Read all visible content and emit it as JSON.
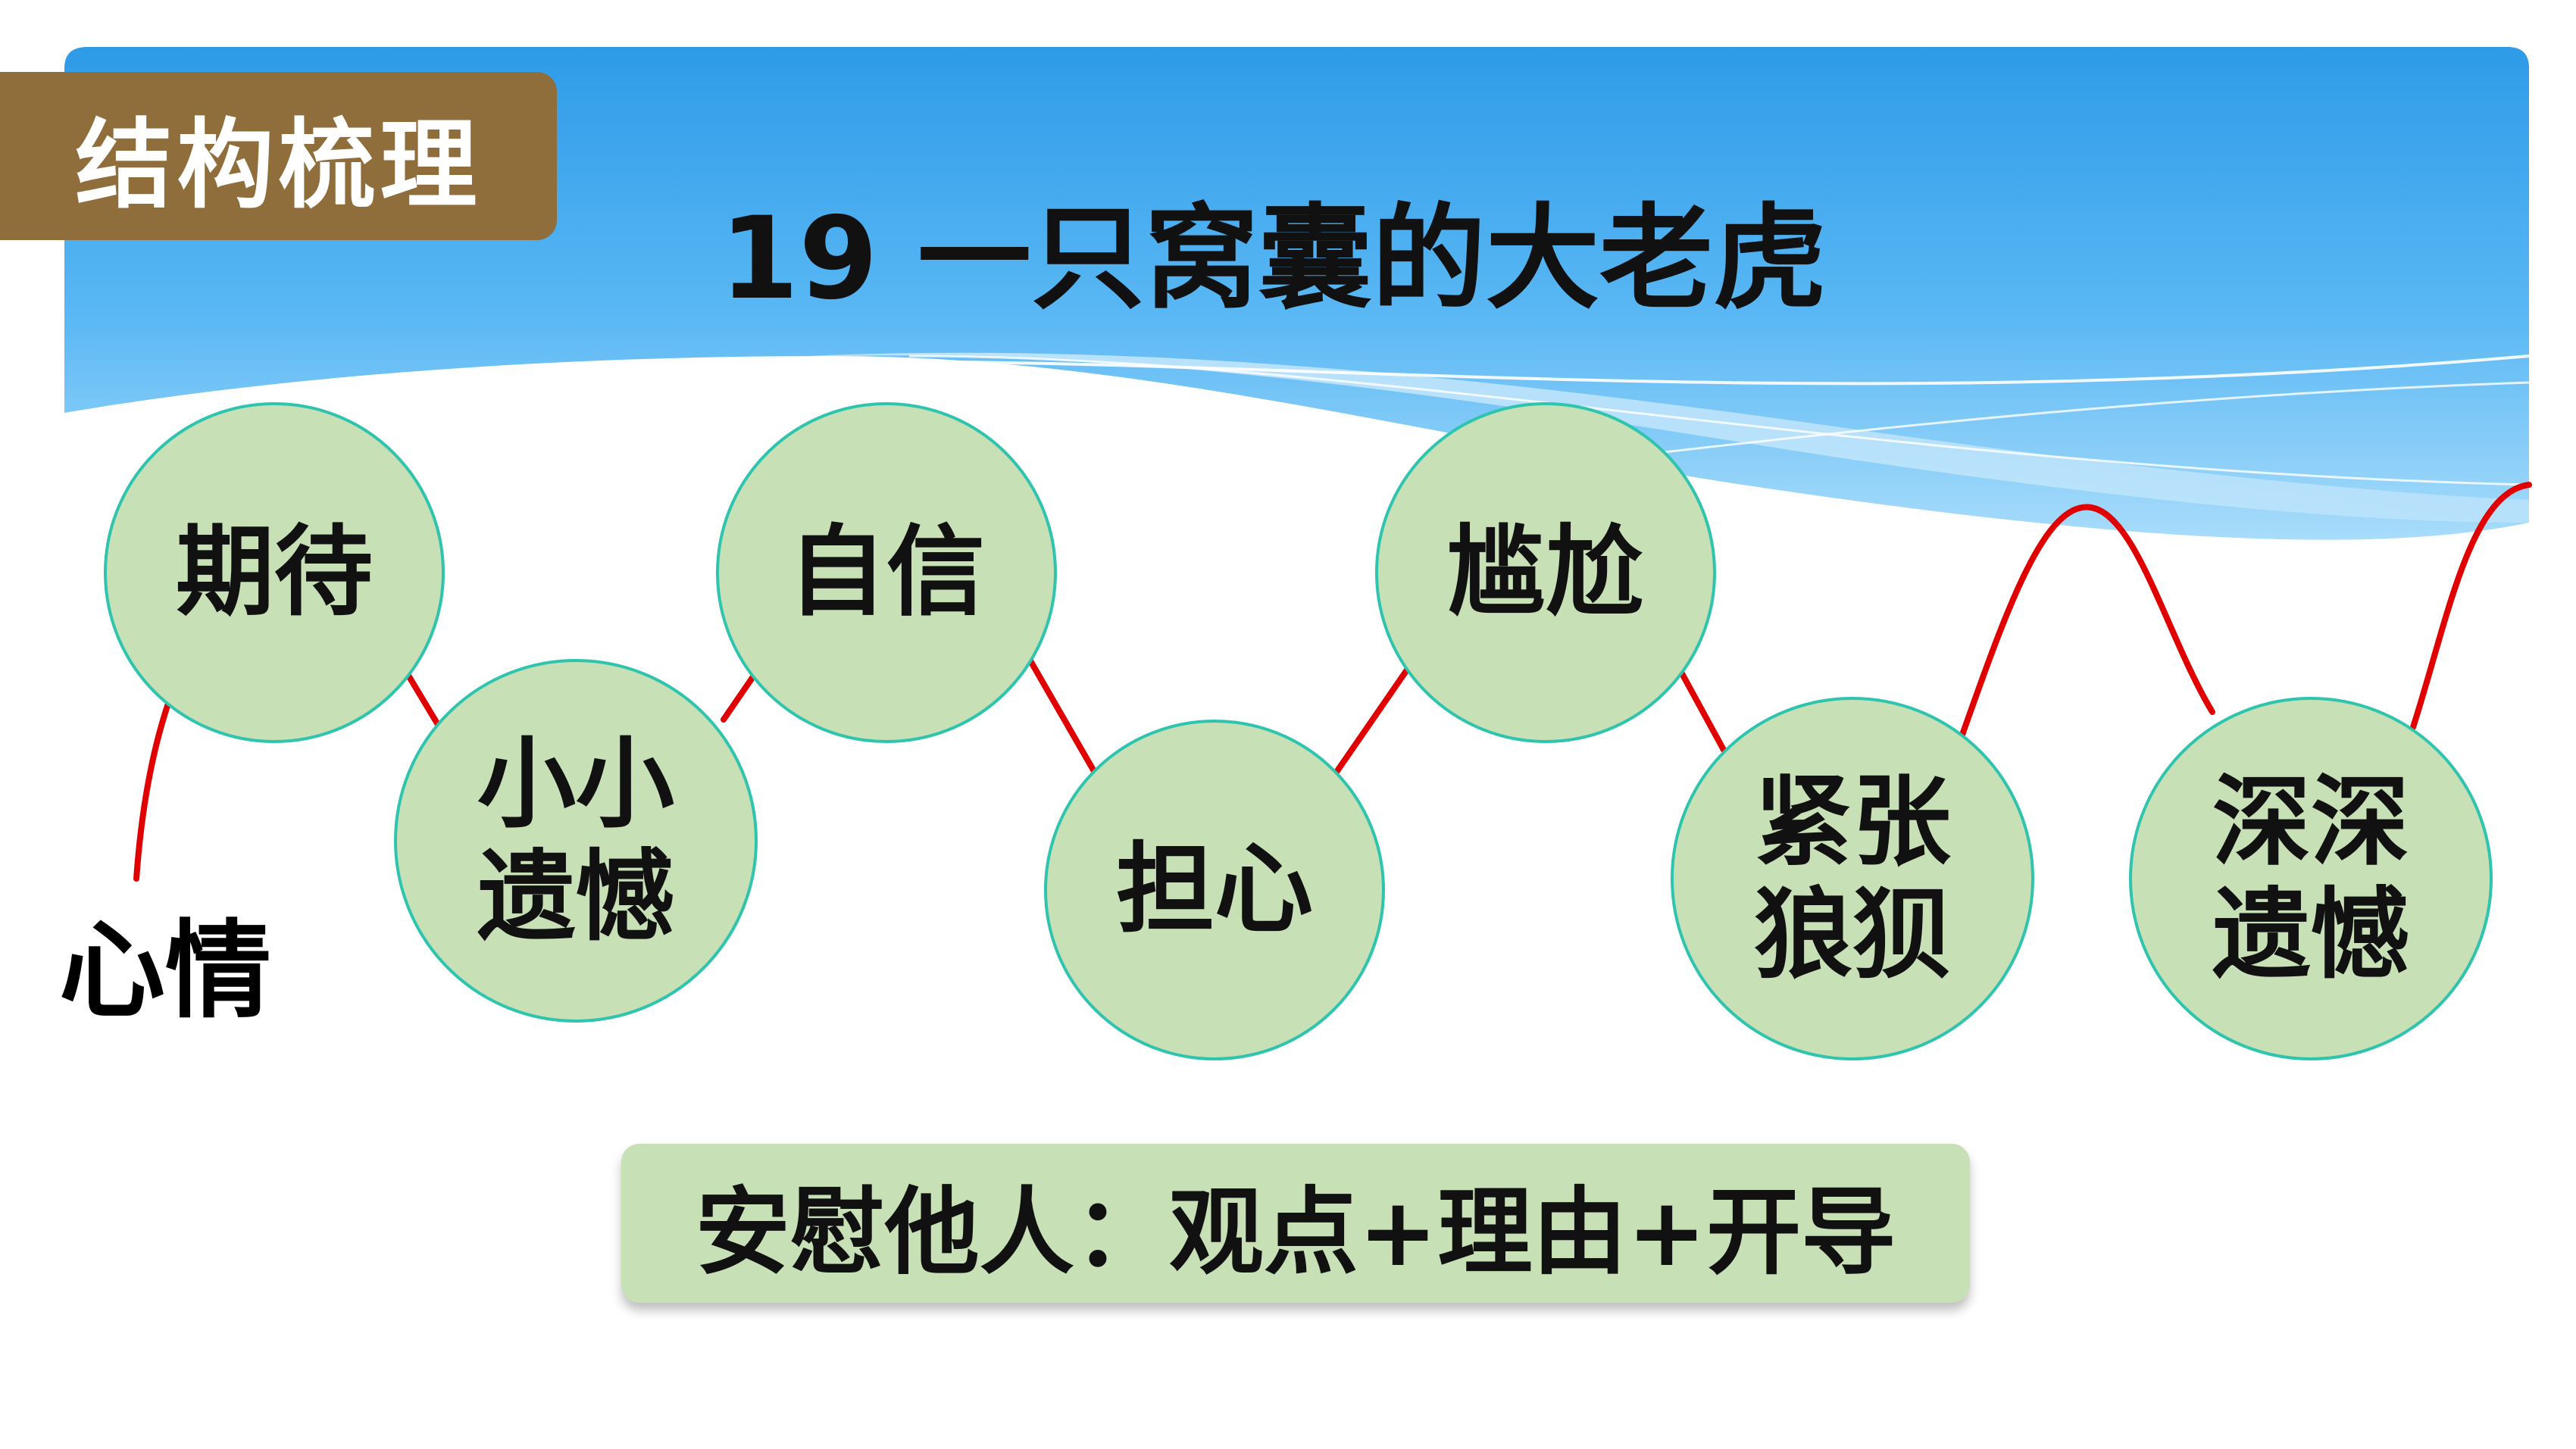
{
  "header": {
    "section_tag": "结构梳理",
    "title": "19 一只窝囊的大老虎"
  },
  "diagram": {
    "axis_label": "心情",
    "nodes": [
      {
        "id": "qidai",
        "label": "期待"
      },
      {
        "id": "xiaoxiao-yihan",
        "label": "小小\n遗憾"
      },
      {
        "id": "zixin",
        "label": "自信"
      },
      {
        "id": "danxin",
        "label": "担心"
      },
      {
        "id": "ganga",
        "label": "尴尬"
      },
      {
        "id": "jinzhang-langbei",
        "label": "紧张\n狼狈"
      },
      {
        "id": "shenshen-yihan",
        "label": "深深\n遗憾"
      }
    ]
  },
  "summary": {
    "text": "安慰他人：观点+理由+开导"
  },
  "colors": {
    "header_sky": "#3fa9f0",
    "section_tag": "#8f6e3c",
    "node_fill": "#c7e0b6",
    "node_border": "#2fc4ae",
    "mood_line": "#e00000"
  }
}
